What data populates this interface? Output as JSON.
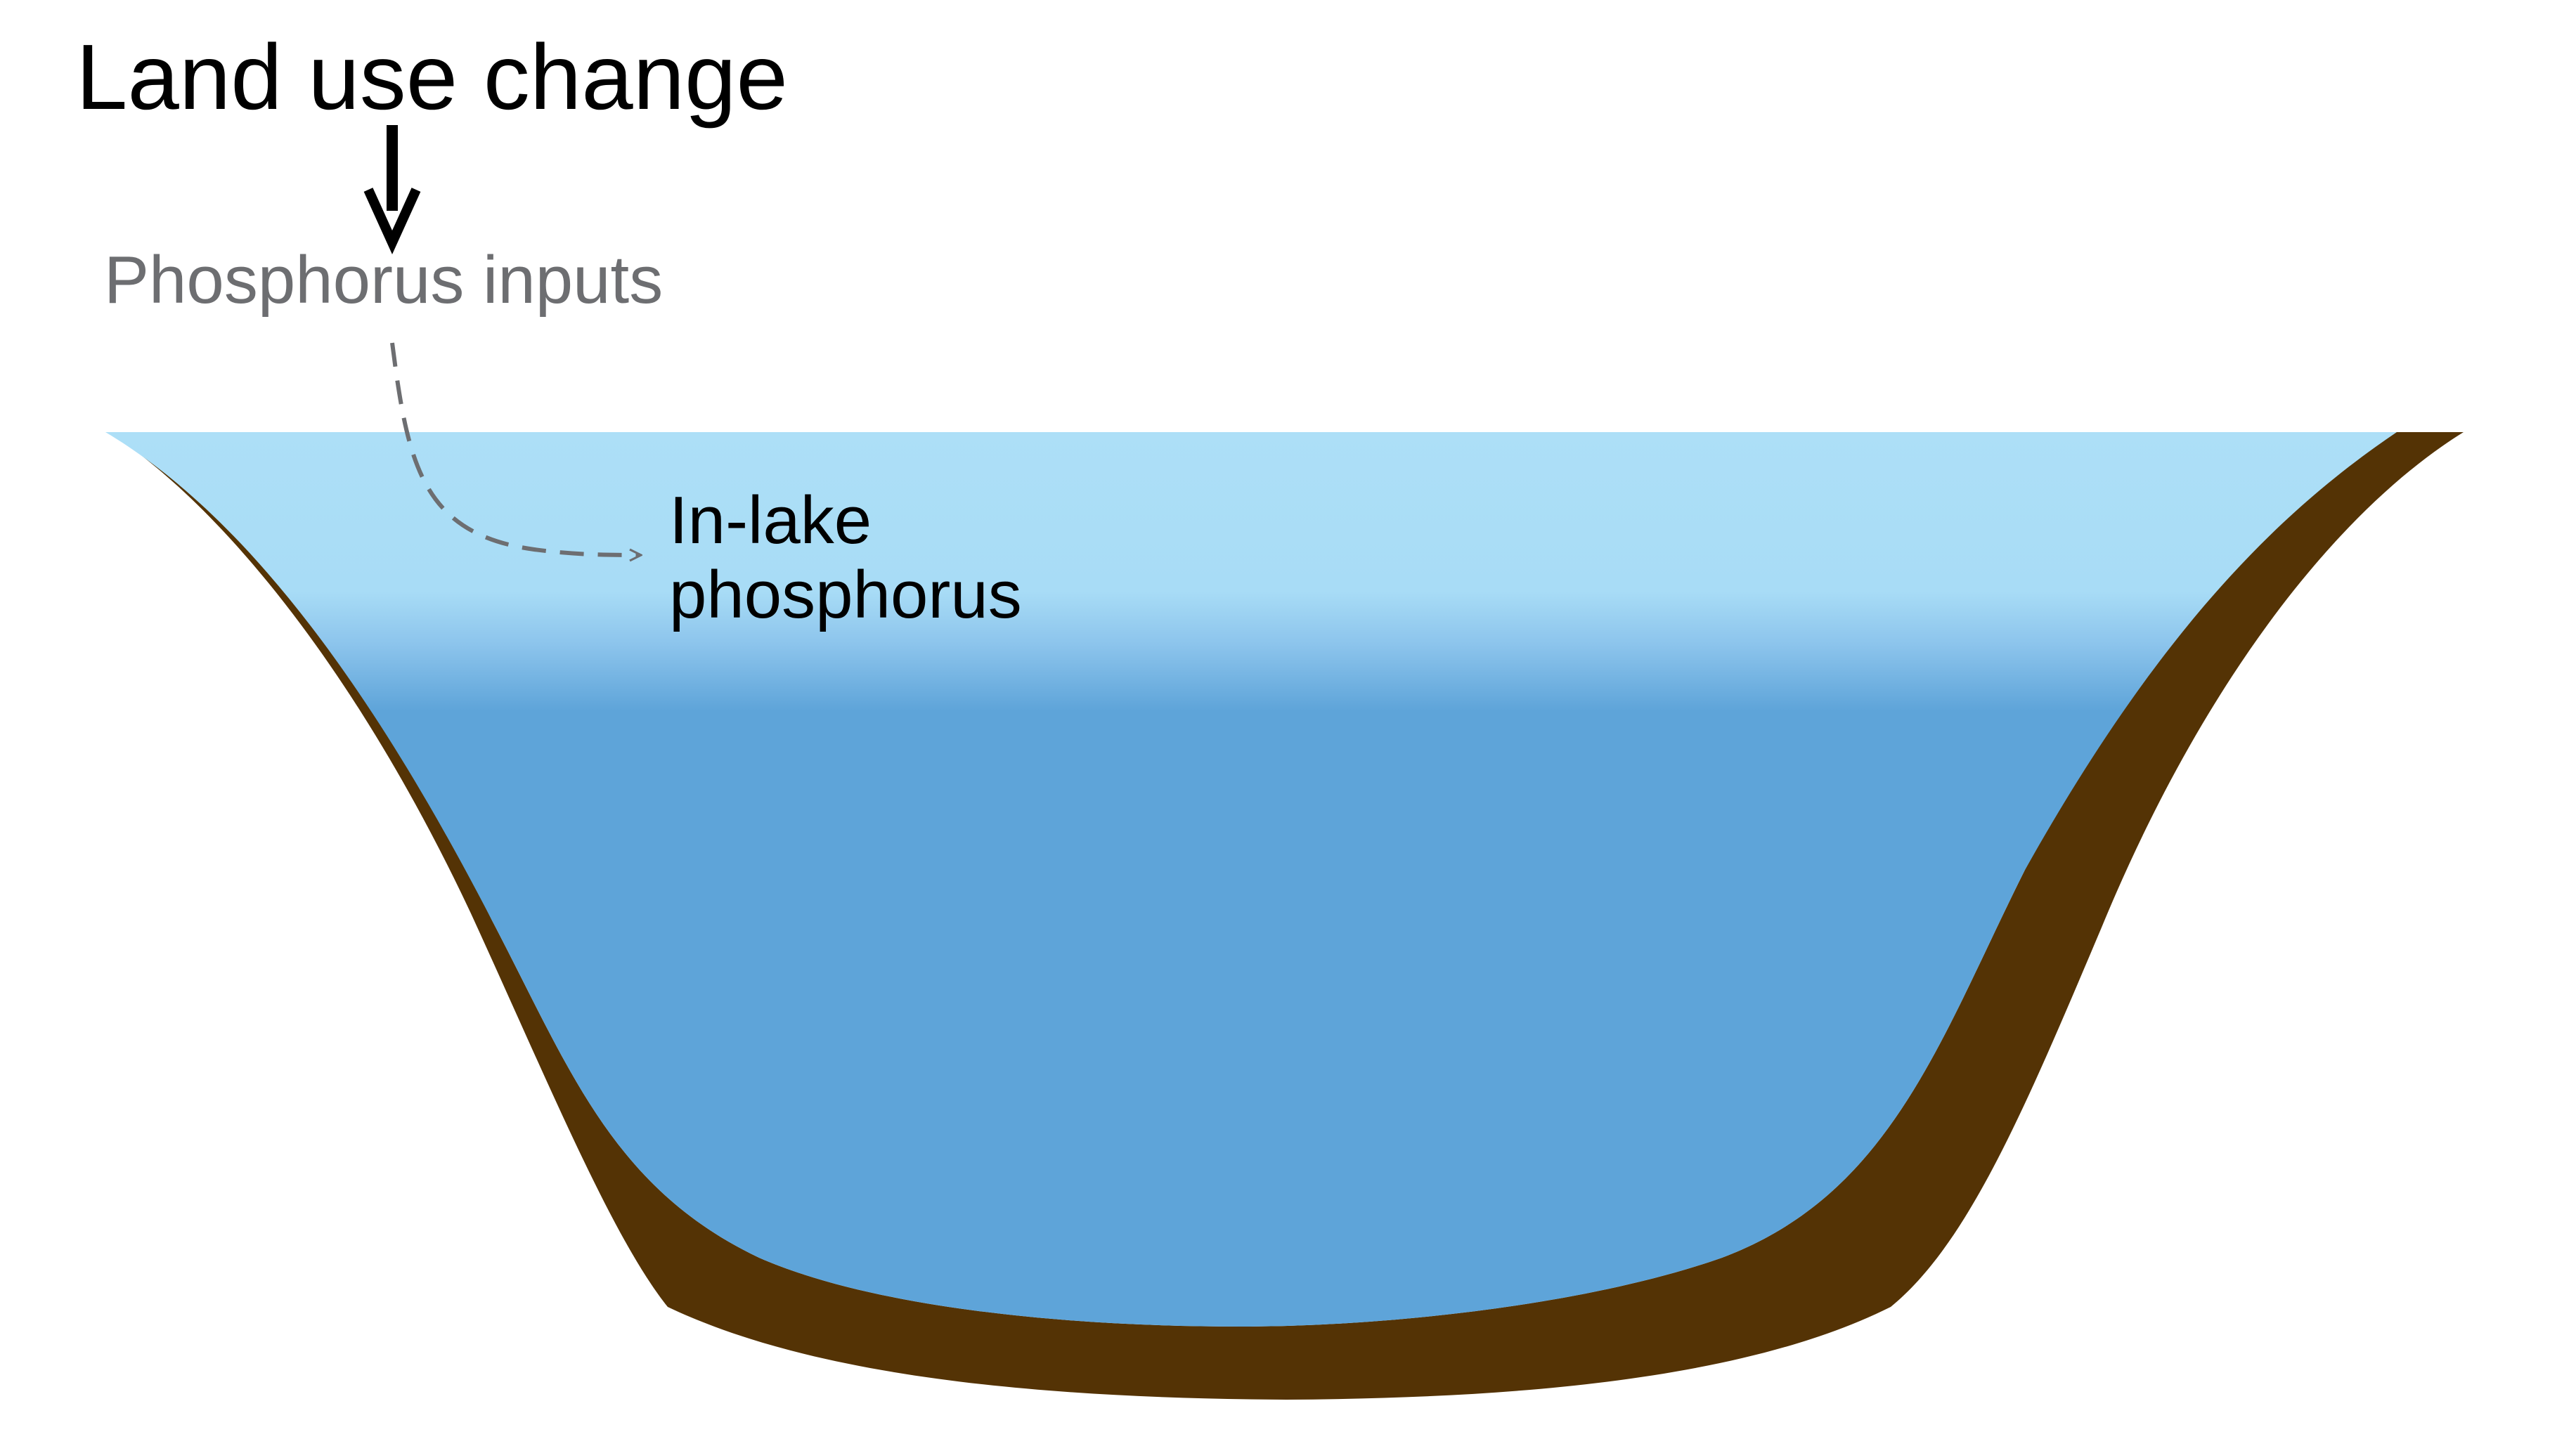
{
  "labels": {
    "land_use_change": "Land use change",
    "phosphorus_inputs": "Phosphorus inputs",
    "in_lake_line1": "In-lake",
    "in_lake_line2": "phosphorus"
  },
  "colors": {
    "water_top": "#ADDFF7",
    "water_deep": "#5EA4D9",
    "sediment": "#543305",
    "inputs_arrow": "#6D6E71",
    "land_use_arrow": "#000000",
    "text_primary": "#000000",
    "text_secondary": "#6D6E71"
  }
}
